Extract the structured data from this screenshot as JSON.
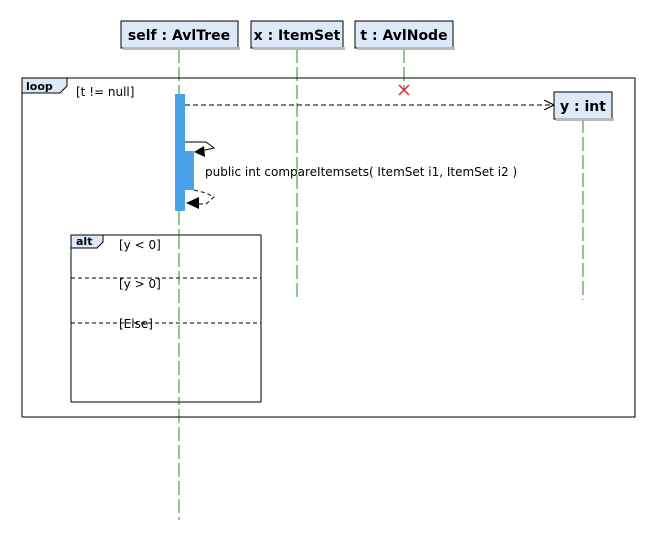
{
  "colors": {
    "lifeline_head_fill": "#dde9f8",
    "lifeline_head_stroke": "#000000",
    "lifeline_dash": "#2a8a2a",
    "activation": "#4aa3ea",
    "destroy_mark": "#e02020"
  },
  "lifelines": [
    {
      "id": "self",
      "label": "self : AvlTree"
    },
    {
      "id": "x",
      "label": "x : ItemSet"
    },
    {
      "id": "t",
      "label": "t : AvlNode"
    },
    {
      "id": "y",
      "label": "y : int"
    }
  ],
  "loop": {
    "tag": "loop",
    "guard": "[t != null]"
  },
  "messages": {
    "self_call": "public int  compareItemsets( ItemSet i1, ItemSet i2 )"
  },
  "alt": {
    "tag": "alt",
    "guards": [
      "[y < 0]",
      "[y > 0]",
      "[Else]"
    ]
  }
}
